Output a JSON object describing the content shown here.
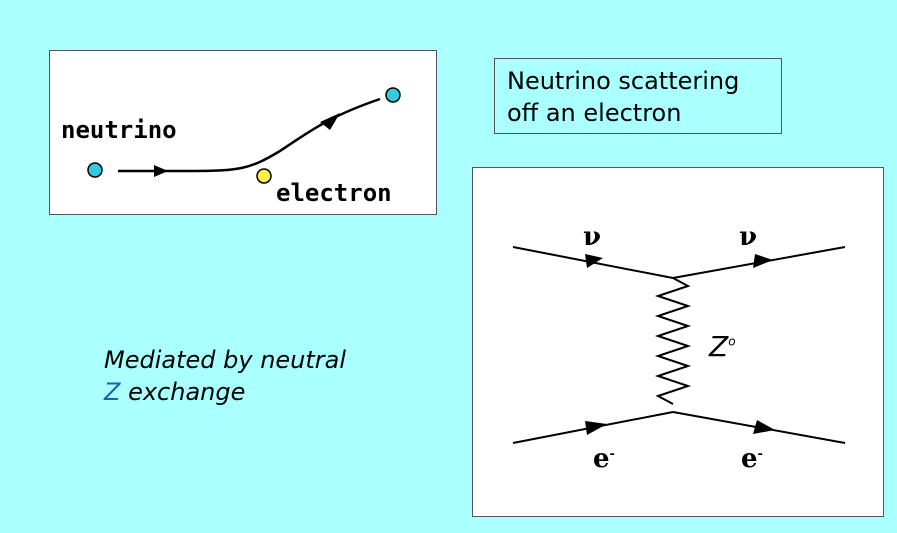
{
  "scatter": {
    "neutrino_label": "neutrino",
    "electron_label": "electron",
    "neutrino_color": "#33ccdd",
    "electron_color": "#ffee44"
  },
  "caption": {
    "line1": "Neutrino scattering",
    "line2": "off an electron"
  },
  "mediated": {
    "line1": "Mediated by neutral",
    "z": "Z",
    "line2_rest": " exchange",
    "z_color": "#1a5fb4"
  },
  "feynman": {
    "nu_in": "ν",
    "nu_out": "ν",
    "boson": "Z",
    "boson_sup": "o",
    "e_in": "e",
    "e_out": "e",
    "e_sup": "-"
  }
}
